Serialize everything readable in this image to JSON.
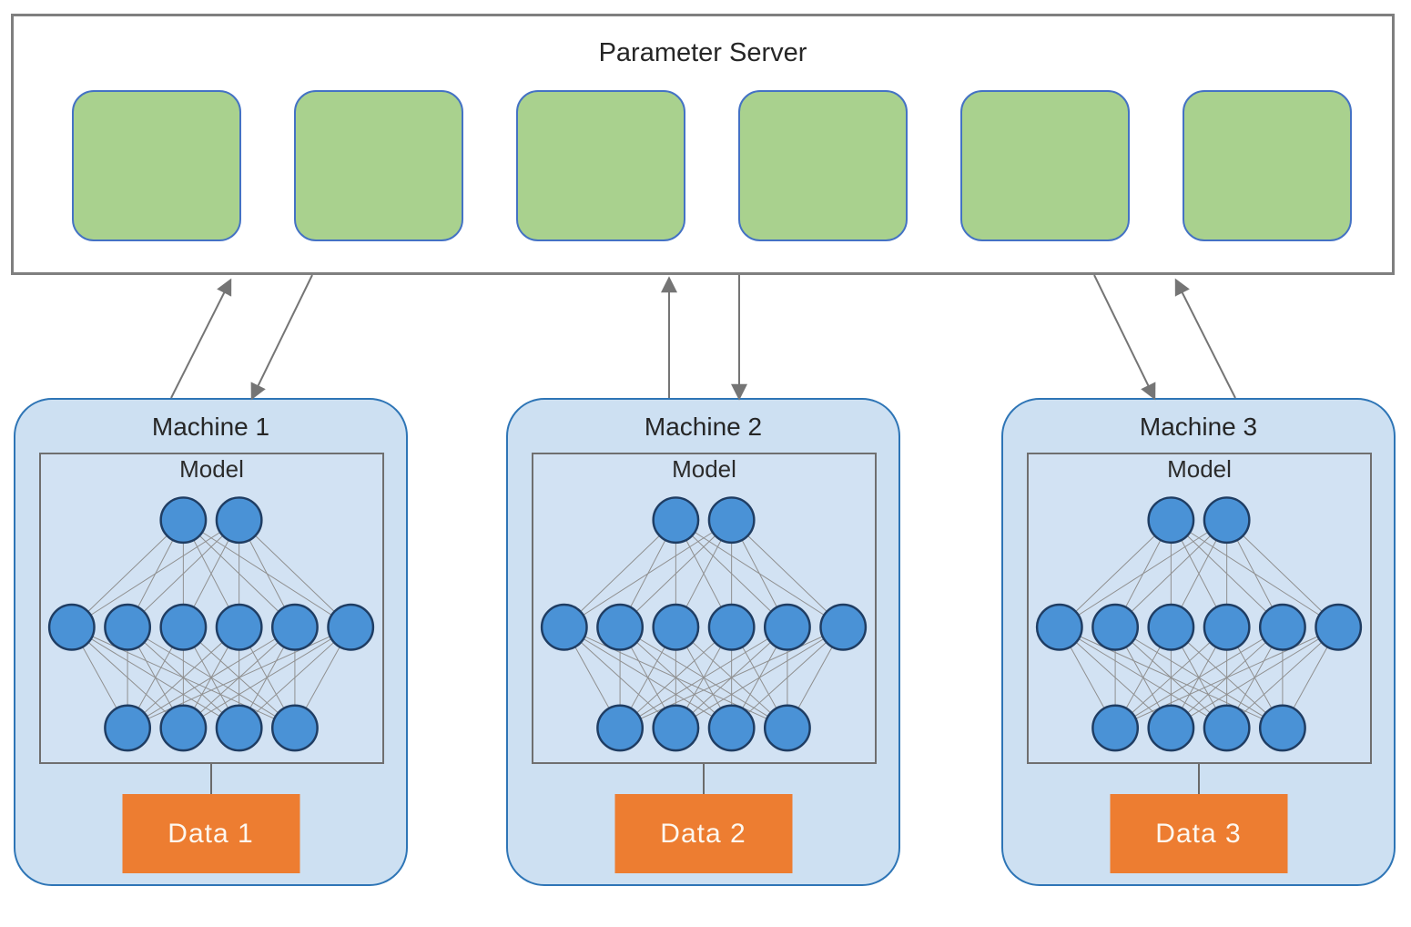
{
  "parameter_server": {
    "title": "Parameter Server",
    "shard_count": 6
  },
  "machines": [
    {
      "title": "Machine 1",
      "model_label": "Model",
      "data_label": "Data 1"
    },
    {
      "title": "Machine 2",
      "model_label": "Model",
      "data_label": "Data 2"
    },
    {
      "title": "Machine 3",
      "model_label": "Model",
      "data_label": "Data 3"
    }
  ],
  "network": {
    "layers": [
      2,
      6,
      4
    ]
  },
  "connections": [
    {
      "from": "Machine 1",
      "to": "Parameter Server",
      "direction": "up"
    },
    {
      "from": "Parameter Server",
      "to": "Machine 1",
      "direction": "down"
    },
    {
      "from": "Machine 2",
      "to": "Parameter Server",
      "direction": "up"
    },
    {
      "from": "Parameter Server",
      "to": "Machine 2",
      "direction": "down"
    },
    {
      "from": "Parameter Server",
      "to": "Machine 3",
      "direction": "down"
    },
    {
      "from": "Machine 3",
      "to": "Parameter Server",
      "direction": "up"
    }
  ],
  "colors": {
    "ps_border": "#7f7f7f",
    "shard_fill": "#a9d18e",
    "shard_border": "#4472c4",
    "machine_fill": "#cde0f2",
    "machine_border": "#2e75b6",
    "model_fill": "#d2e2f3",
    "model_border": "#6f6f6f",
    "node_fill": "#4a92d6",
    "node_border": "#1f3d63",
    "edge": "#8f8f8f",
    "data_fill": "#ed7d31",
    "data_text": "#fdf7ef",
    "arrow": "#757575"
  }
}
